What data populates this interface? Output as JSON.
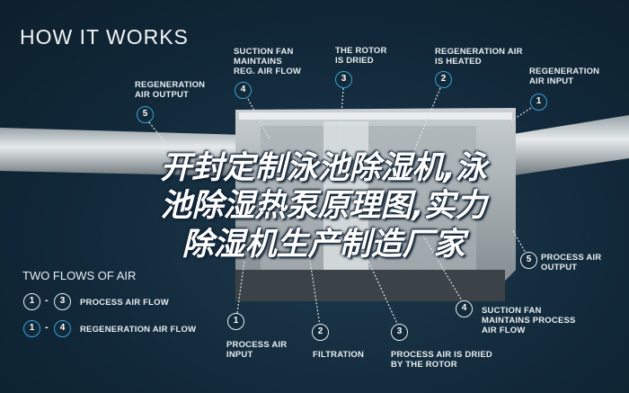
{
  "title": "HOW IT WORKS",
  "overlay_lines": [
    "开封定制泳池除湿机,泳",
    "池除湿热泵原理图,实力",
    "除湿机生产制造厂家"
  ],
  "top_labels": {
    "regen_output": {
      "num": "5",
      "text": "REGENERATION\nAIR OUTPUT"
    },
    "suction_fan_reg": {
      "num": "4",
      "text": "SUCTION FAN\nMAINTAINS\nREG. AIR FLOW"
    },
    "rotor_dried": {
      "num": "3",
      "text": "THE ROTOR\nIS DRIED"
    },
    "regen_heated": {
      "num": "2",
      "text": "REGENERATION AIR\nIS HEATED"
    },
    "regen_input": {
      "num": "1",
      "text": "REGENERATION\nAIR INPUT"
    }
  },
  "bottom_labels": {
    "process_input": {
      "num": "1",
      "text": "PROCESS AIR\nINPUT"
    },
    "filtration": {
      "num": "2",
      "text": "FILTRATION"
    },
    "process_dried": {
      "num": "3",
      "text": "PROCESS AIR IS DRIED\nBY THE ROTOR"
    },
    "suction_fan_process": {
      "num": "4",
      "text": "SUCTION FAN\nMAINTAINS PROCESS\nAIR FLOW"
    },
    "process_output": {
      "num": "5",
      "text": "PROCESS AIR\nOUTPUT"
    }
  },
  "legend": {
    "title": "TWO FLOWS OF AIR",
    "rows": [
      {
        "from": "1",
        "to": "3",
        "sep": "-",
        "label": "PROCESS AIR FLOW"
      },
      {
        "from": "1",
        "to": "4",
        "sep": "-",
        "label": "REGENERATION AIR FLOW"
      }
    ]
  },
  "colors": {
    "background": "#12293a",
    "regen_accent": "#3aa0d8",
    "text": "#e8eef2"
  }
}
